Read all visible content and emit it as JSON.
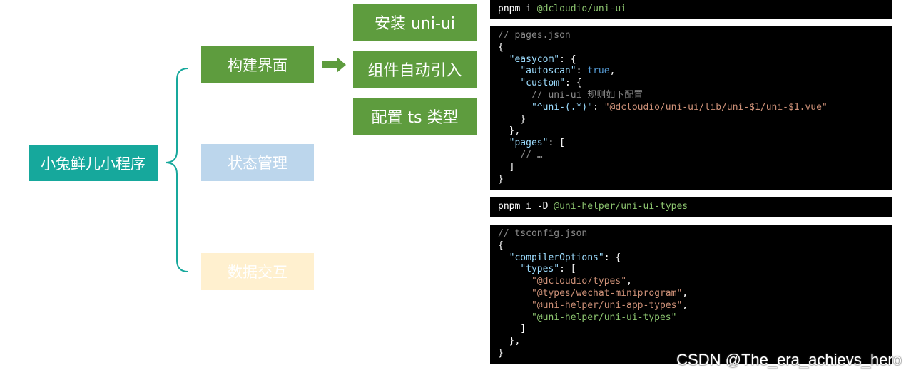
{
  "mindmap": {
    "root": "小兔鲜儿小程序",
    "branches": [
      {
        "label": "构建界面",
        "color": "#5e9c3e"
      },
      {
        "label": "状态管理",
        "color": "#bcd6ec"
      },
      {
        "label": "数据交互",
        "color": "#fff0cf"
      }
    ],
    "leaves": [
      "安装 uni-ui",
      "组件自动引入",
      "配置 ts 类型"
    ]
  },
  "code": {
    "cmd1": {
      "prefix": "pnpm i ",
      "pkg": "@dcloudio/uni-ui"
    },
    "block1": {
      "comment": "// pages.json",
      "open": "{",
      "easycom_key": "\"easycom\"",
      "autoscan_key": "\"autoscan\"",
      "autoscan_val": "true",
      "custom_key": "\"custom\"",
      "custom_comment": "// uni-ui 规则如下配置",
      "pattern_key": "\"^uni-(.*)\"",
      "pattern_val": "\"@dcloudio/uni-ui/lib/uni-$1/uni-$1.vue\"",
      "pages_key": "\"pages\"",
      "pages_comment": "// …"
    },
    "cmd2": {
      "prefix": "pnpm i -D ",
      "pkg": "@uni-helper/uni-ui-types"
    },
    "block2": {
      "comment": "// tsconfig.json",
      "compiler_key": "\"compilerOptions\"",
      "types_key": "\"types\"",
      "types": [
        "\"@dcloudio/types\"",
        "\"@types/wechat-miniprogram\"",
        "\"@uni-helper/uni-app-types\"",
        "\"@uni-helper/uni-ui-types\""
      ]
    }
  },
  "watermark": "CSDN @The_era_achievs_hero"
}
